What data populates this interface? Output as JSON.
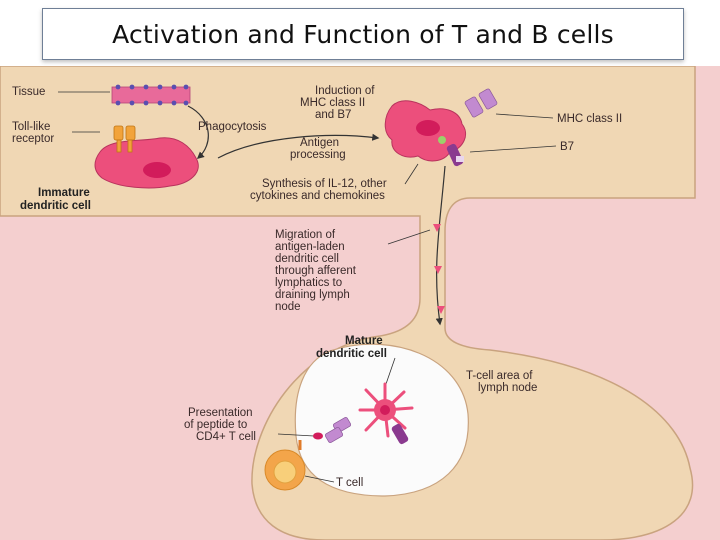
{
  "slide": {
    "title": "Activation and Function of T and B cells"
  },
  "diagram": {
    "labels": {
      "tissue": "Tissue",
      "toll_like_receptor": [
        "Toll-like",
        "receptor"
      ],
      "phagocytosis": "Phagocytosis",
      "immature_dc": [
        "Immature",
        "dendritic cell"
      ],
      "induction": [
        "Induction of",
        "MHC class II",
        "and B7"
      ],
      "antigen_processing": [
        "Antigen",
        "processing"
      ],
      "synthesis": [
        "Synthesis of IL-12, other",
        "cytokines and chemokines"
      ],
      "mhc_class_ii": "MHC class II",
      "b7": "B7",
      "migration": [
        "Migration of",
        "antigen-laden",
        "dendritic cell",
        "through afferent",
        "lymphatics to",
        "draining lymph",
        "node"
      ],
      "mature_dc": [
        "Mature",
        "dendritic cell"
      ],
      "t_cell_area": [
        "T-cell area of",
        "lymph node"
      ],
      "presentation": [
        "Presentation",
        "of peptide to",
        "CD4+ T cell"
      ],
      "t_cell": "T cell"
    },
    "colors": {
      "tissue_bg": "#f0d7b4",
      "lymph_bg": "#f4cfcf",
      "node_area": "#fbfbfb",
      "cell_pink": "#ec4f7c",
      "nucleus": "#d21c5b",
      "receptor_orange": "#f2a33a",
      "mhc_purple": "#c28ad0",
      "b7_purple": "#8a3a8f",
      "tcell_orange": "#f3a54a"
    }
  }
}
